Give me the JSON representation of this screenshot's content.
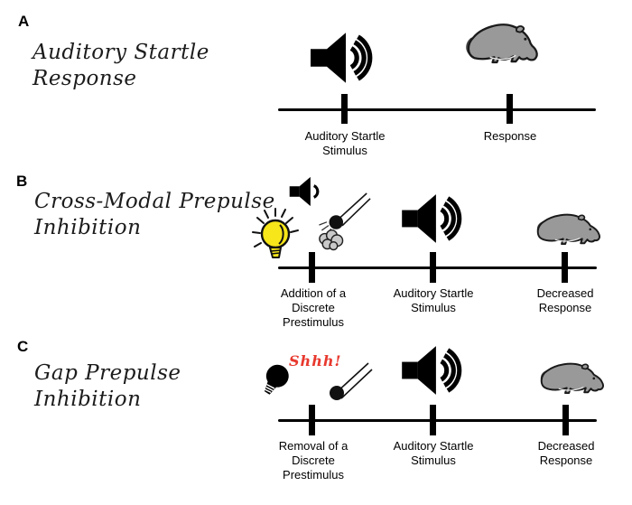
{
  "figure": {
    "type": "startle-paradigm-timelines",
    "background": "#ffffff"
  },
  "colors": {
    "ink": "#000000",
    "rat_gray": "#999999",
    "rat_outline": "#1a1a1a",
    "bulb_yellow": "#f7e619",
    "puff_gray": "#c9c9c9",
    "shhh_red": "#e8392e"
  },
  "panels": {
    "a": {
      "letter": "A",
      "title": [
        "Auditory Startle",
        "Response"
      ],
      "icons": [
        "loud-speaker-icon",
        "rat-icon"
      ],
      "events": [
        {
          "lines": [
            "Auditory Startle",
            "Stimulus"
          ]
        },
        {
          "lines": [
            "Response"
          ]
        }
      ]
    },
    "b": {
      "letter": "B",
      "title": [
        "Cross-Modal Prepulse",
        "Inhibition"
      ],
      "icons": [
        "quiet-speaker-icon",
        "lightbulb-on-icon",
        "air-puff-icon",
        "loud-speaker-icon",
        "rat-icon"
      ],
      "events": [
        {
          "lines": [
            "Addition of a",
            "Discrete",
            "Prestimulus"
          ]
        },
        {
          "lines": [
            "Auditory Startle",
            "Stimulus"
          ]
        },
        {
          "lines": [
            "Decreased",
            "Response"
          ]
        }
      ]
    },
    "c": {
      "letter": "C",
      "title": [
        "Gap Prepulse",
        "Inhibition"
      ],
      "shhh": "Shhh!",
      "icons": [
        "lightbulb-off-icon",
        "shhh-text",
        "air-puff-rod-icon",
        "loud-speaker-icon",
        "rat-icon"
      ],
      "events": [
        {
          "lines": [
            "Removal of a",
            "Discrete",
            "Prestimulus"
          ]
        },
        {
          "lines": [
            "Auditory Startle",
            "Stimulus"
          ]
        },
        {
          "lines": [
            "Decreased",
            "Response"
          ]
        }
      ]
    }
  }
}
